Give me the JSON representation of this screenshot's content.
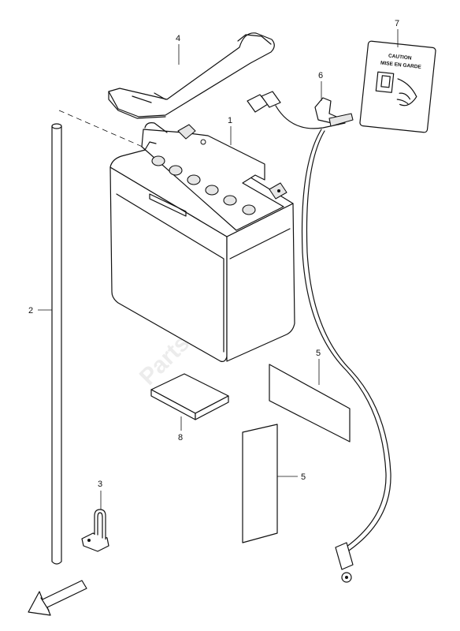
{
  "callouts": {
    "battery": "1",
    "vent_hose": "2",
    "hose_clamp": "3",
    "battery_band": "4",
    "spacer_upper": "5",
    "spacer_lower": "5",
    "lead_wire": "6",
    "caution_label": "7",
    "cushion": "8"
  },
  "caution_label": {
    "line1": "CAUTION",
    "line2": "MISE EN GARDE"
  },
  "watermark": "PartsRepublik",
  "icons": {
    "front_arrow": "front-direction-arrow-icon",
    "watermark_badge": "gear-badge-icon"
  }
}
